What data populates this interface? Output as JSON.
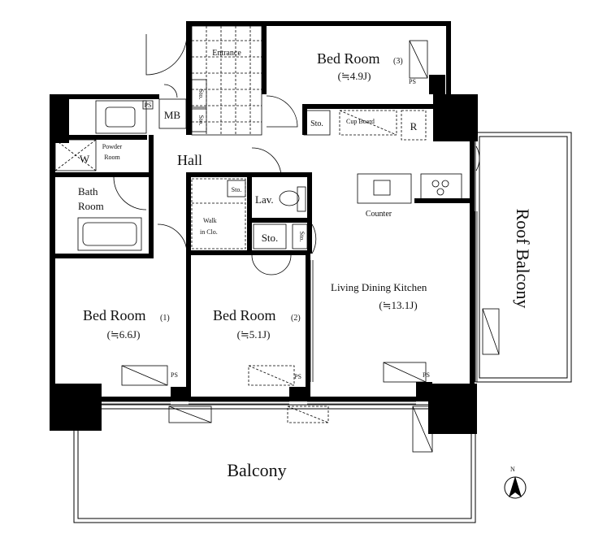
{
  "rooms": {
    "entrance": "Entrance",
    "bed3": "Bed Room",
    "bed3_num": "(3)",
    "bed3_area": "(≒4.9J)",
    "mb": "MB",
    "sto": "Sto.",
    "cupboard": "Cup Board",
    "fridge": "R",
    "ps": "PS",
    "w": "W",
    "powder": "Powder",
    "powder2": "Room",
    "hall": "Hall",
    "bath": "Bath",
    "bath2": "Room",
    "lav": "Lav.",
    "walkin": "Walk",
    "walkin2": "in Clo.",
    "counter": "Counter",
    "ldk": "Living Dining Kitchen",
    "ldk_area": "(≒13.1J)",
    "bed1": "Bed Room",
    "bed1_num": "(1)",
    "bed1_area": "(≒6.6J)",
    "bed2": "Bed Room",
    "bed2_num": "(2)",
    "bed2_area": "(≒5.1J)",
    "balcony": "Balcony",
    "roof_balcony": "Roof Balcony",
    "north": "N"
  }
}
